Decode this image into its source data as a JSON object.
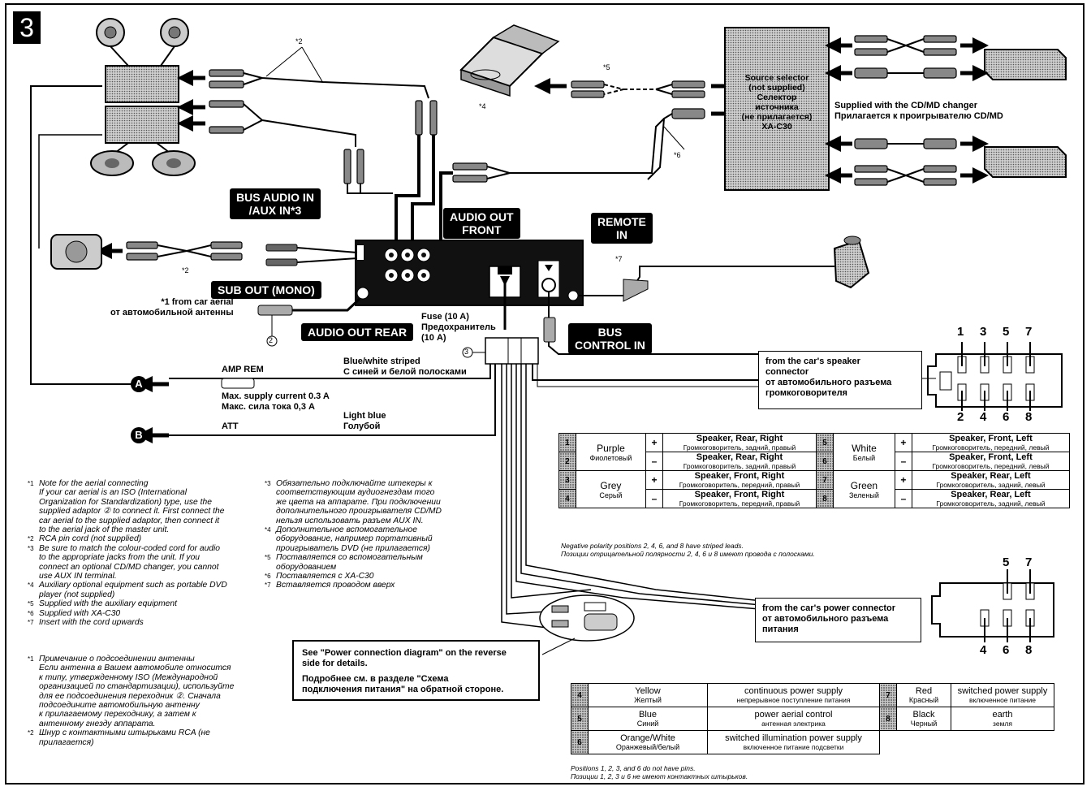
{
  "section_number": "3",
  "unit_labels": {
    "bus_audio_in": "BUS AUDIO IN\n/AUX IN*3",
    "audio_out_front": "AUDIO OUT\nFRONT",
    "remote_in": "REMOTE\nIN",
    "sub_out": "SUB OUT (MONO)",
    "audio_out_rear": "AUDIO OUT REAR",
    "bus_control_in": "BUS\nCONTROL IN"
  },
  "source_selector": {
    "text": "Source selector\n(not supplied)\nСелектор\nисточника\n(не прилагается)\nXA-C30"
  },
  "supplied_note": "Supplied with the CD/MD changer\nПрилагается к проигрывателю CD/MD",
  "aerial": {
    "text": "*1 from car aerial\nот автомобильной антенны",
    "adaptor_mark": "2"
  },
  "fuse": "Fuse (10 A)\nПредохранитель\n(10 A)",
  "connector_mark": "3",
  "marks": {
    "m2a": "*2",
    "m2b": "*2",
    "m4": "*4",
    "m5": "*5",
    "m6": "*6",
    "m7": "*7"
  },
  "lead_a": {
    "badge": "A",
    "label": "AMP REM",
    "stripe": "Blue/white striped\nС синей и белой полосками",
    "current": "Max. supply current 0.3 A\nМакс. сила тока 0,3 А"
  },
  "lead_b": {
    "badge": "B",
    "label": "ATT",
    "color": "Light blue\nГолубой"
  },
  "speaker_connector": {
    "text": "from the car's speaker\nconnector\nот автомобильного разъема\nгромкоговорителя",
    "top_pins": [
      "1",
      "3",
      "5",
      "7"
    ],
    "bottom_pins": [
      "2",
      "4",
      "6",
      "8"
    ]
  },
  "power_connector": {
    "text": "from the car's power connector\nот автомобильного разъема\nпитания",
    "top_pins": [
      "5",
      "7"
    ],
    "bottom_pins": [
      "4",
      "6",
      "8"
    ]
  },
  "speaker_table": {
    "rows": [
      {
        "pin": "1",
        "pol": "+",
        "desc": "Speaker, Rear, Right",
        "desc_ru": "Громкоговоритель, задний, правый",
        "pin2": "5",
        "pol2": "+",
        "desc2": "Speaker, Front, Left",
        "desc2_ru": "Громкоговоритель, передний, левый"
      },
      {
        "pin": "2",
        "pol": "–",
        "desc": "Speaker, Rear, Right",
        "desc_ru": "Громкоговоритель, задний, правый",
        "pin2": "6",
        "pol2": "–",
        "desc2": "Speaker, Front, Left",
        "desc2_ru": "Громкоговоритель, передний, левый"
      },
      {
        "pin": "3",
        "pol": "+",
        "desc": "Speaker, Front, Right",
        "desc_ru": "Громкоговоритель, передний, правый",
        "pin2": "7",
        "pol2": "+",
        "desc2": "Speaker, Rear, Left",
        "desc2_ru": "Громкоговоритель, задний, левый"
      },
      {
        "pin": "4",
        "pol": "–",
        "desc": "Speaker, Front, Right",
        "desc_ru": "Громкоговоритель, передний, правый",
        "pin2": "8",
        "pol2": "–",
        "desc2": "Speaker, Rear, Left",
        "desc2_ru": "Громкоговоритель, задний, левый"
      }
    ],
    "colors": [
      {
        "en": "Purple",
        "ru": "Фиолетовый"
      },
      {
        "en": "Grey",
        "ru": "Серый"
      },
      {
        "en": "White",
        "ru": "Белый"
      },
      {
        "en": "Green",
        "ru": "Зеленый"
      }
    ],
    "note": "Negative polarity positions 2, 4, 6, and 8 have striped leads.\nПозиции отрицательной полярности 2, 4, 6 и 8 имеют провода с полосками."
  },
  "power_table": {
    "rows": [
      {
        "pin": "4",
        "color": "Yellow",
        "color_ru": "Желтый",
        "func": "continuous power supply",
        "func_ru": "непрерывное поступление питания"
      },
      {
        "pin": "5",
        "color": "Blue",
        "color_ru": "Синий",
        "func": "power aerial control",
        "func_ru": "антенная электрика"
      },
      {
        "pin": "6",
        "color": "Orange/White",
        "color_ru": "Оранжевый/белый",
        "func": "switched illumination power supply",
        "func_ru": "включенное питание подсветки"
      }
    ],
    "rows2": [
      {
        "pin": "7",
        "color": "Red",
        "color_ru": "Красный",
        "func": "switched power supply",
        "func_ru": "включенное питание"
      },
      {
        "pin": "8",
        "color": "Black",
        "color_ru": "Черный",
        "func": "earth",
        "func_ru": "земля"
      }
    ],
    "note": "Positions 1, 2, 3, and 6 do not have pins.\nПозиции 1, 2, 3 и 6 не имеют контактных штырьков."
  },
  "power_diagram_note": {
    "en": "See \"Power connection diagram\" on the reverse\nside for details.",
    "ru": "Подробнее см. в разделе \"Схема\nподключения питания\" на обратной стороне."
  },
  "footnotes_en": [
    {
      "mark": "*1",
      "text": "Note for the aerial connecting\nIf your car aerial is an ISO (International\nOrganization for Standardization) type, use the\nsupplied adaptor ② to connect it. First connect the\ncar aerial to the supplied adaptor, then connect it\nto the aerial jack of the master unit."
    },
    {
      "mark": "*2",
      "text": "RCA pin cord (not supplied)"
    },
    {
      "mark": "*3",
      "text": "Be sure to match the colour-coded cord for audio\nto the appropriate jacks from the unit. If you\nconnect an optional CD/MD changer, you cannot\nuse AUX IN terminal."
    },
    {
      "mark": "*4",
      "text": "Auxiliary optional equipment such as portable DVD\nplayer (not supplied)"
    },
    {
      "mark": "*5",
      "text": "Supplied with the auxiliary equipment"
    },
    {
      "mark": "*6",
      "text": "Supplied with XA-C30"
    },
    {
      "mark": "*7",
      "text": "Insert with the cord upwards"
    }
  ],
  "footnotes_ru_a": [
    {
      "mark": "*3",
      "text": "Обязательно подключайте штекеры к\nсоответствующим аудиогнездам того\nже цвета на аппарате. При подключении\nдополнительного проигрывателя CD/MD\nнельзя использовать разъем AUX IN."
    },
    {
      "mark": "*4",
      "text": "Дополнительное вспомогательное\nоборудование, например портативный\nпроигрыватель DVD (не прилагается)"
    },
    {
      "mark": "*5",
      "text": "Поставляется со вспомогательным\nоборудованием"
    },
    {
      "mark": "*6",
      "text": "Поставляется с XA-C30"
    },
    {
      "mark": "*7",
      "text": "Вставляется проводом вверх"
    }
  ],
  "footnotes_ru_b": [
    {
      "mark": "*1",
      "text": "Примечание о подсоединении антенны\nЕсли антенна в Вашем автомобиле относится\nк типу, утвержденному ISO (Международной\nорганизацией по стандартизации), используйте\nдля ее подсоединения переходник ②. Сначала\nподсоедините автомобильную антенну\nк прилагаемому переходнику, а затем к\nантенному гнезду аппарата."
    },
    {
      "mark": "*2",
      "text": "Шнур с контактными штырьками RCA (не\nприлагается)"
    }
  ]
}
